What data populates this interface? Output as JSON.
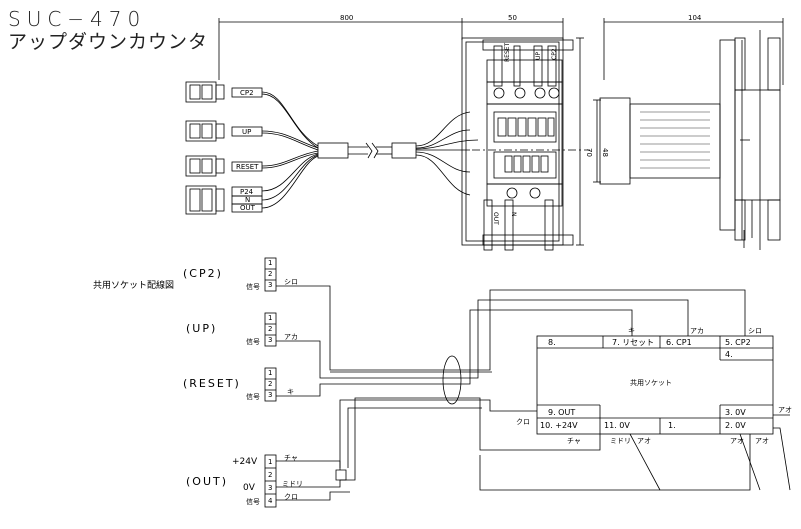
{
  "title": {
    "model": "SUC−470",
    "name": "アップダウンカウンタ"
  },
  "dimensions": {
    "cable_length": "800",
    "body_width": "50",
    "side_depth": "104",
    "height_outer": "70",
    "height_inner": "48"
  },
  "connectors": [
    {
      "label": "CP2"
    },
    {
      "label": "UP"
    },
    {
      "label": "RESET"
    },
    {
      "label": "P24"
    },
    {
      "label": "N"
    },
    {
      "label": "OUT"
    }
  ],
  "top_terminals": [
    "RESET",
    "UP",
    "CP2"
  ],
  "bottom_terminals": [
    "OUT",
    "N"
  ],
  "wiring": {
    "section_title": "共用ソケット配線図",
    "groups": [
      {
        "name": "(CP2)",
        "pins": [
          "1",
          "2",
          "3"
        ],
        "signal_label": "信号",
        "wire": "シロ"
      },
      {
        "name": "(UP)",
        "pins": [
          "1",
          "2",
          "3"
        ],
        "signal_label": "信号",
        "wire": "アカ"
      },
      {
        "name": "(RESET)",
        "pins": [
          "1",
          "2",
          "3"
        ],
        "signal_label": "信号",
        "wire": "キ"
      },
      {
        "name": "(OUT)",
        "pins": [
          "1",
          "2",
          "3",
          "4"
        ],
        "pin_labels": [
          "+24V",
          "",
          "0V",
          "信号"
        ],
        "wires": [
          "チャ",
          "",
          "ミドリ",
          "クロ"
        ]
      }
    ],
    "socket": {
      "label": "共用ソケット",
      "terminals": [
        "8.",
        "7. リセット",
        "6. CP1",
        "5. CP2",
        "4.",
        "9. OUT",
        "3.  0V",
        "10. +24V",
        "11.  0V",
        "1.",
        "2.  0V"
      ],
      "wire_labels": {
        "t7": "キ",
        "t6": "アカ",
        "t5": "シロ",
        "t9": "クロ",
        "t10": "チャ",
        "t11a": "ミドリ",
        "t11b": "アオ",
        "t2a": "アオ",
        "t2b": "アオ",
        "right": "アオ"
      }
    }
  }
}
